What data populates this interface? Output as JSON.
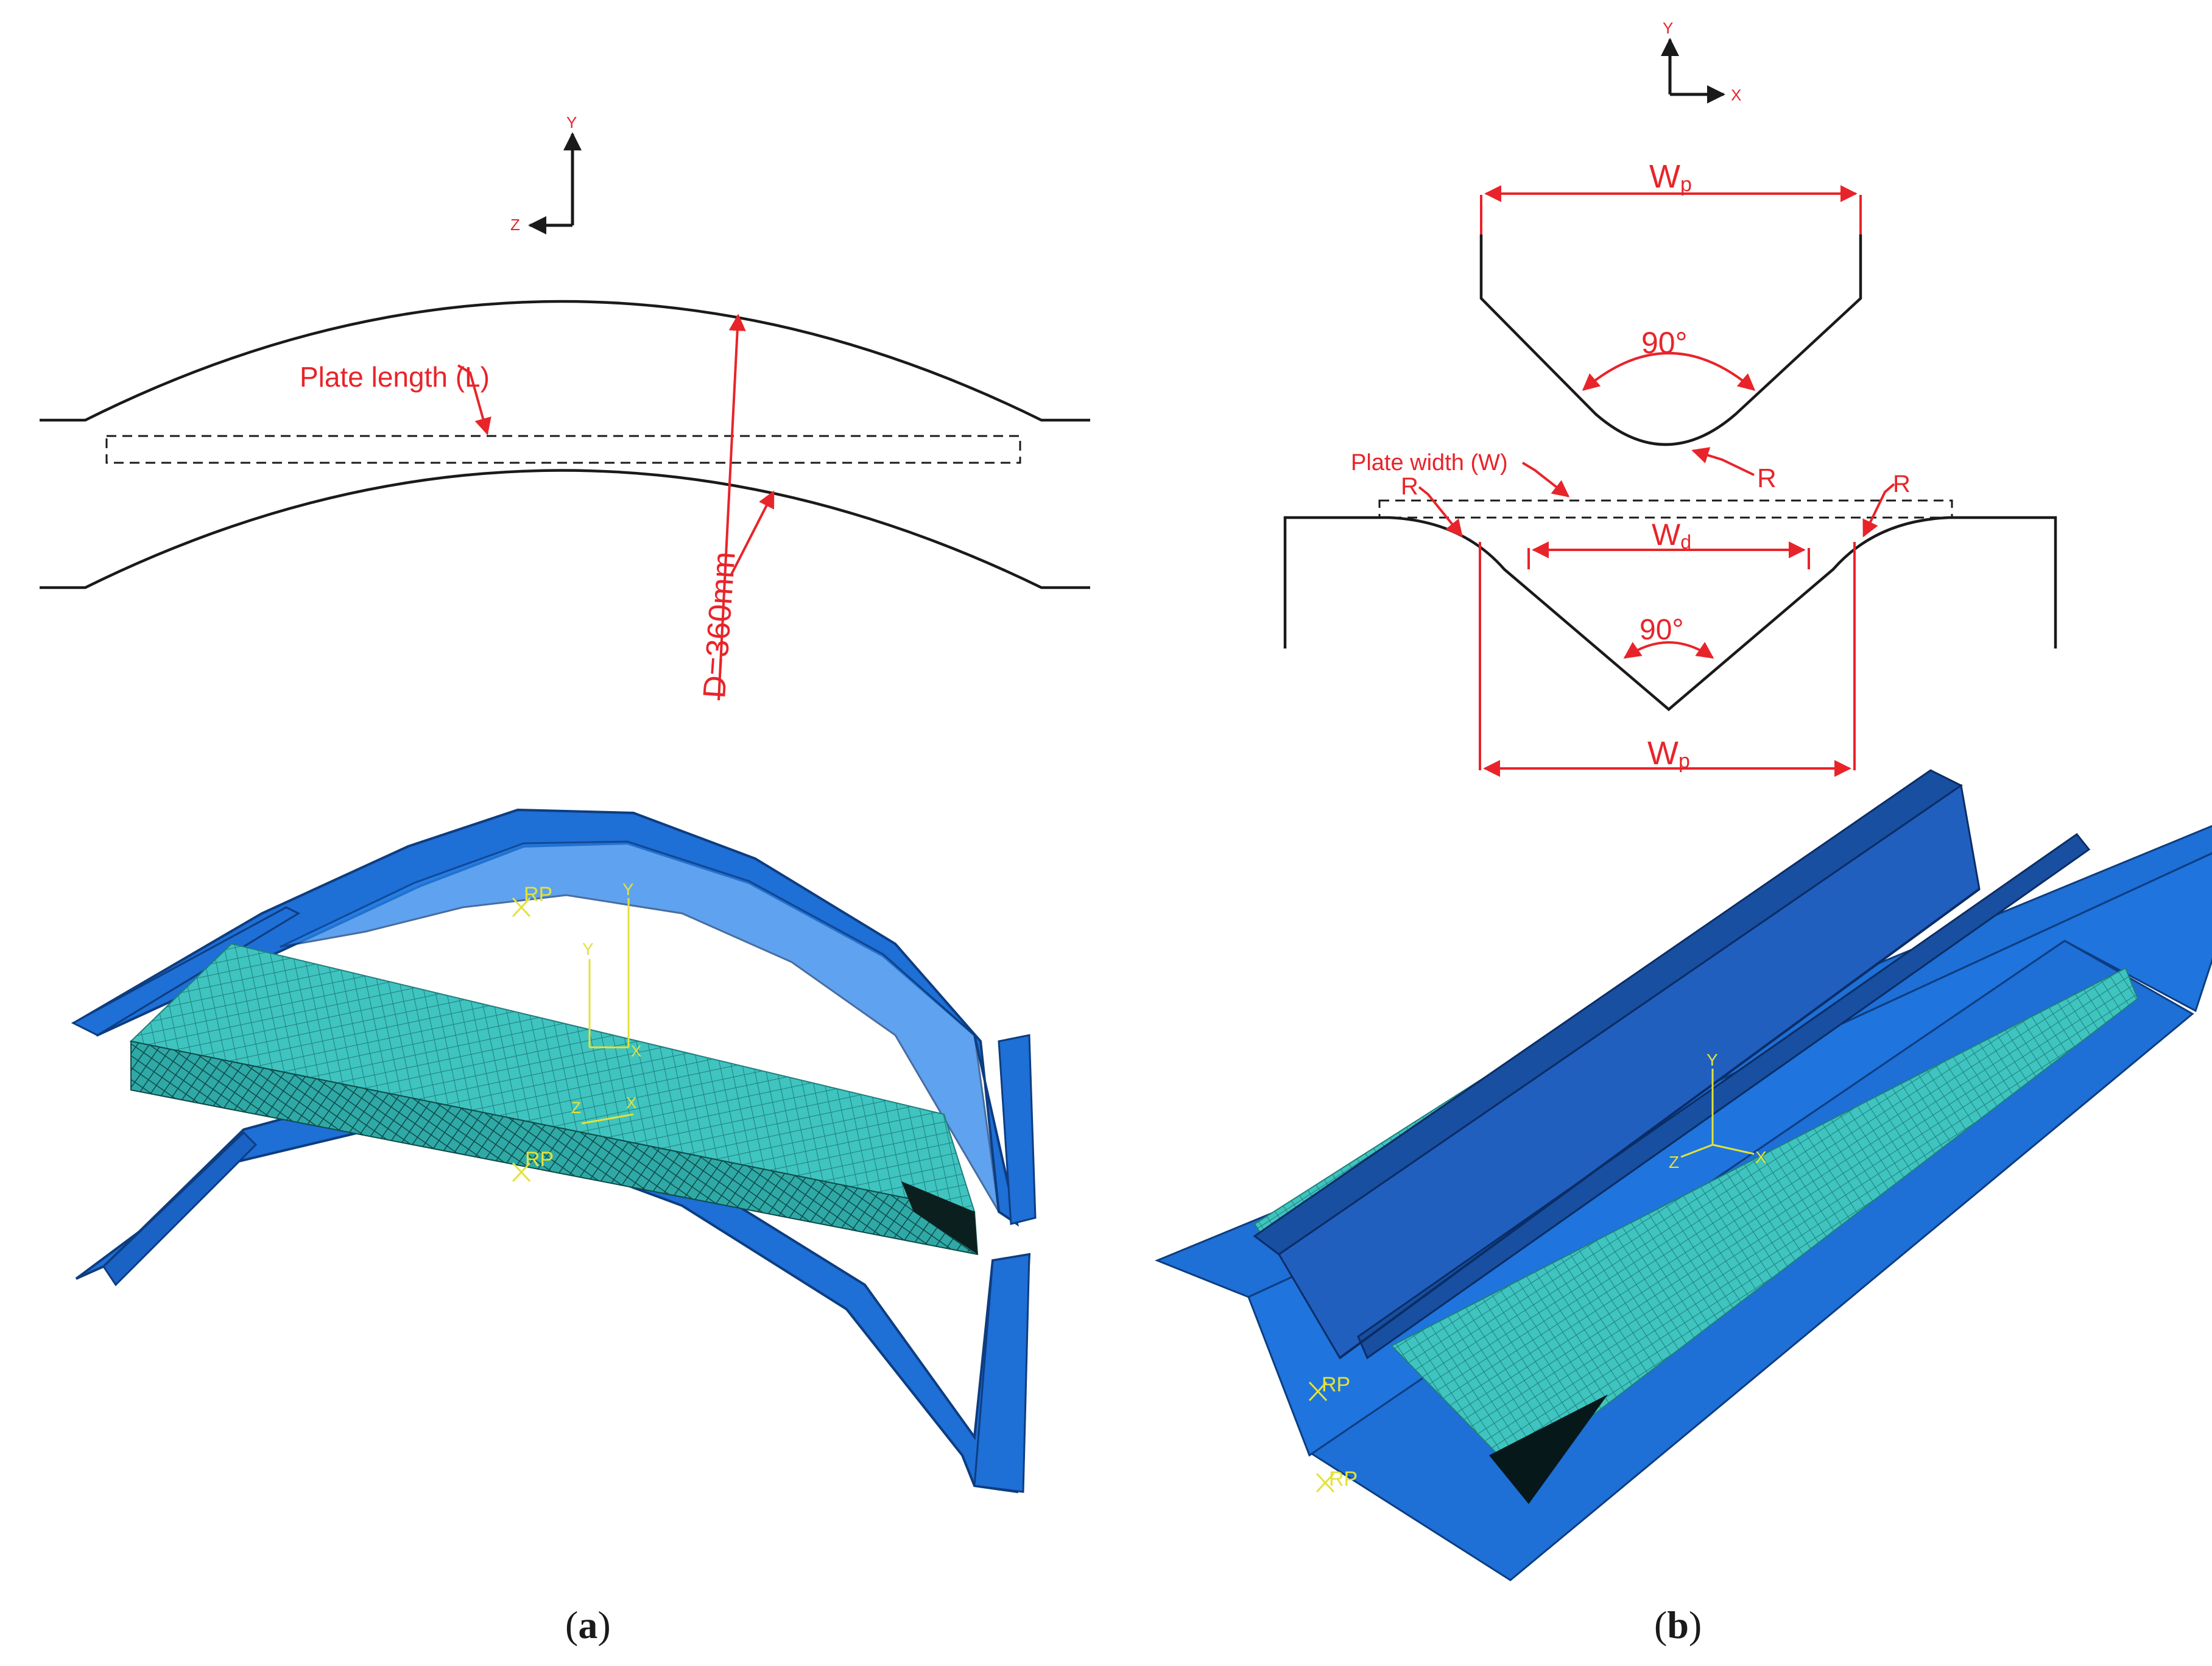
{
  "panel_a": {
    "caption_open": "(",
    "caption_letter": "a",
    "caption_close": ")",
    "axis_y": "Y",
    "axis_z": "Z",
    "plate_length_label": "Plate length (L)",
    "diameter_label": "D=360mm",
    "ref_point_top": "RP",
    "ref_point_bottom": "RP",
    "csys_y1": "Y",
    "csys_y2": "Y",
    "csys_x1": "X",
    "csys_z1": "Z",
    "csys_x2": "X"
  },
  "panel_b": {
    "caption_open": "(",
    "caption_letter": "b",
    "caption_close": ")",
    "axis_y": "Y",
    "axis_x": "X",
    "punch_width_label": "W",
    "punch_width_sub": "p",
    "punch_angle_label": "90°",
    "punch_radius_label": "R",
    "plate_width_label": "Plate width (W)",
    "die_radius_left": "R",
    "die_radius_right": "R",
    "die_width_label": "W",
    "die_width_sub": "d",
    "die_angle_label": "90°",
    "die_punch_width_label": "W",
    "die_punch_width_sub": "p",
    "ref_point_top": "RP",
    "ref_point_bottom": "RP",
    "csys_y": "Y",
    "csys_z": "Z",
    "csys_x": "X"
  },
  "colors": {
    "annotation_red": "#e8242a",
    "tool_blue": "#1e6fd6",
    "mesh_teal": "#3fc4c0",
    "label_yellow": "#e2e23a"
  }
}
